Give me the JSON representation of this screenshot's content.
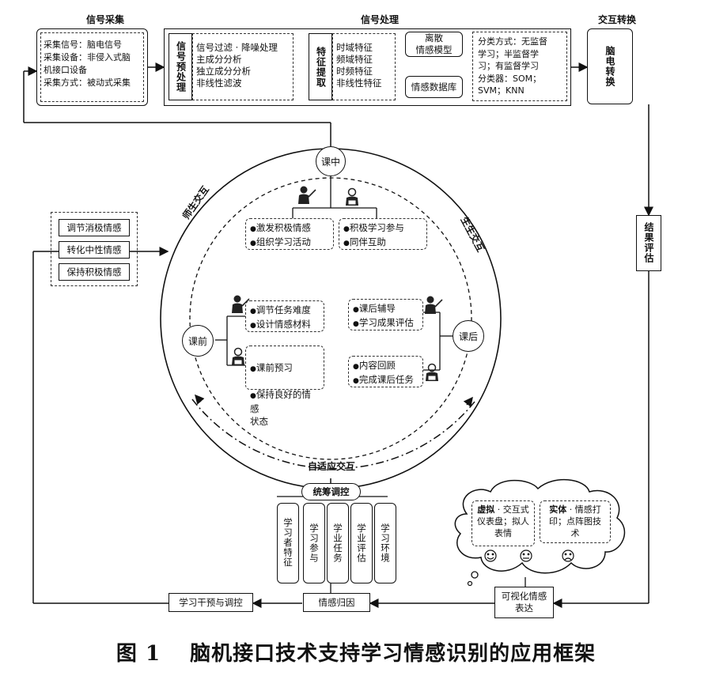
{
  "headers": {
    "collection": "信号采集",
    "processing": "信号处理",
    "interaction_convert": "交互转换"
  },
  "collection": {
    "lines": "采集信号：脑电信号\n采集设备：非侵入式脑\n机接口设备\n采集方式：被动式采集"
  },
  "preprocess": {
    "label": "信号预处理",
    "lines": "信号过滤 · 降噪处理\n主成分分析\n独立成分分析\n非线性滤波"
  },
  "feature": {
    "label": "特征提取",
    "lines": "时域特征\n频域特征\n时频特征\n非线性特征"
  },
  "discrete_model": "离散\n情感模型",
  "emotion_db": "情感数据库",
  "classifier": {
    "lines": "分类方式：无监督\n学习；半监督学\n习；有监督学习\n分类器：SOM；\nSVM；KNN"
  },
  "brain_convert": "脑电转换",
  "result_eval": "结果评估",
  "emotion_regulation": [
    "调节消极情感",
    "转化中性情感",
    "保持积极情感"
  ],
  "circle": {
    "in_class": "课中",
    "before_class": "课前",
    "after_class": "课后",
    "teacher_student": "师生交互",
    "student_student": "生生交互",
    "adaptive": "自适应交互"
  },
  "activities": {
    "in_teacher": [
      "激发积极情感",
      "组织学习活动"
    ],
    "in_student": [
      "积极学习参与",
      "同伴互助"
    ],
    "before_teacher": [
      "调节任务难度",
      "设计情感材料"
    ],
    "before_student": [
      "课前预习",
      "保持良好的情感\n状态"
    ],
    "after_teacher": [
      "课后辅导",
      "学习成果评估"
    ],
    "after_student": [
      "内容回顾",
      "完成课后任务"
    ]
  },
  "coordination": {
    "title": "统筹调控",
    "pillars": [
      "学习者特征",
      "学习参与",
      "学业任务",
      "学业评估",
      "学习环境"
    ]
  },
  "attribution": "情感归因",
  "intervention": "学习干预与调控",
  "visualization": {
    "label": "可视化情感\n表达",
    "virtual_bold": "虚拟",
    "virtual_rest": " · 交互式\n仪表盘；拟人\n表情",
    "physical_bold": "实体",
    "physical_rest": " · 情感打\n印；点阵图技\n术"
  },
  "caption": "图 1　 脑机接口技术支持学习情感识别的应用框架"
}
